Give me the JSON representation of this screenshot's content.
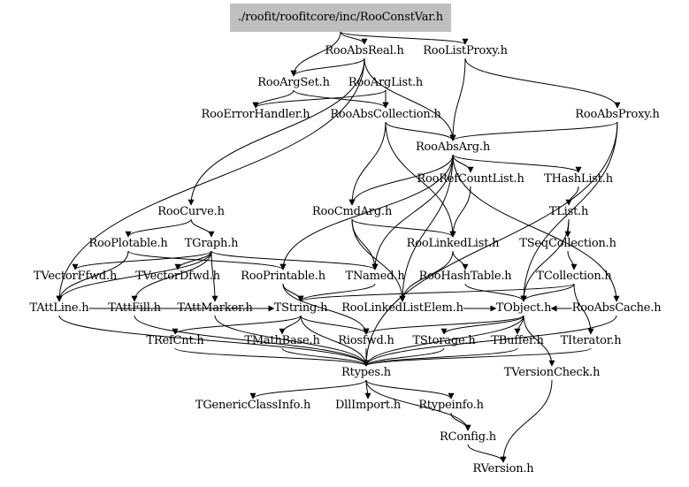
{
  "graph": {
    "type": "include-dependency-graph",
    "root": "./roofit/roofitcore/inc/RooConstVar.h",
    "root_fill": "#bfbfbf",
    "edge_color": "#000000",
    "nodes": [
      {
        "id": "RooConstVar",
        "label": "./roofit/roofitcore/inc/RooConstVar.h",
        "root": true
      },
      {
        "id": "RooAbsReal",
        "label": "RooAbsReal.h"
      },
      {
        "id": "RooListProxy",
        "label": "RooListProxy.h"
      },
      {
        "id": "RooArgSet",
        "label": "RooArgSet.h"
      },
      {
        "id": "RooArgList",
        "label": "RooArgList.h"
      },
      {
        "id": "RooErrorHandler",
        "label": "RooErrorHandler.h"
      },
      {
        "id": "RooAbsCollection",
        "label": "RooAbsCollection.h"
      },
      {
        "id": "RooAbsProxy",
        "label": "RooAbsProxy.h"
      },
      {
        "id": "RooAbsArg",
        "label": "RooAbsArg.h"
      },
      {
        "id": "RooRefCountList",
        "label": "RooRefCountList.h"
      },
      {
        "id": "THashList",
        "label": "THashList.h"
      },
      {
        "id": "RooCurve",
        "label": "RooCurve.h"
      },
      {
        "id": "RooCmdArg",
        "label": "RooCmdArg.h"
      },
      {
        "id": "TList",
        "label": "TList.h"
      },
      {
        "id": "RooPlotable",
        "label": "RooPlotable.h"
      },
      {
        "id": "TGraph",
        "label": "TGraph.h"
      },
      {
        "id": "RooLinkedList",
        "label": "RooLinkedList.h"
      },
      {
        "id": "TSeqCollection",
        "label": "TSeqCollection.h"
      },
      {
        "id": "TVectorFfwd",
        "label": "TVectorFfwd.h"
      },
      {
        "id": "TVectorDfwd",
        "label": "TVectorDfwd.h"
      },
      {
        "id": "RooPrintable",
        "label": "RooPrintable.h"
      },
      {
        "id": "TNamed",
        "label": "TNamed.h"
      },
      {
        "id": "RooHashTable",
        "label": "RooHashTable.h"
      },
      {
        "id": "TCollection",
        "label": "TCollection.h"
      },
      {
        "id": "TAttLine",
        "label": "TAttLine.h"
      },
      {
        "id": "TAttFill",
        "label": "TAttFill.h"
      },
      {
        "id": "TAttMarker",
        "label": "TAttMarker.h"
      },
      {
        "id": "TString",
        "label": "TString.h"
      },
      {
        "id": "RooLinkedListElem",
        "label": "RooLinkedListElem.h"
      },
      {
        "id": "TObject",
        "label": "TObject.h"
      },
      {
        "id": "RooAbsCache",
        "label": "RooAbsCache.h"
      },
      {
        "id": "TRefCnt",
        "label": "TRefCnt.h"
      },
      {
        "id": "TMathBase",
        "label": "TMathBase.h"
      },
      {
        "id": "Riosfwd",
        "label": "Riosfwd.h"
      },
      {
        "id": "TStorage",
        "label": "TStorage.h"
      },
      {
        "id": "TBuffer",
        "label": "TBuffer.h"
      },
      {
        "id": "TIterator",
        "label": "TIterator.h"
      },
      {
        "id": "Rtypes",
        "label": "Rtypes.h"
      },
      {
        "id": "TVersionCheck",
        "label": "TVersionCheck.h"
      },
      {
        "id": "TGenericClassInfo",
        "label": "TGenericClassInfo.h"
      },
      {
        "id": "DllImport",
        "label": "DllImport.h"
      },
      {
        "id": "Rtypeinfo",
        "label": "Rtypeinfo.h"
      },
      {
        "id": "RConfig",
        "label": "RConfig.h"
      },
      {
        "id": "RVersion",
        "label": "RVersion.h"
      }
    ],
    "edges": [
      [
        "RooConstVar",
        "RooAbsReal"
      ],
      [
        "RooConstVar",
        "RooListProxy"
      ],
      [
        "RooConstVar",
        "RooArgSet"
      ],
      [
        "RooAbsReal",
        "RooArgSet"
      ],
      [
        "RooAbsReal",
        "RooCurve"
      ],
      [
        "RooAbsReal",
        "RooAbsArg"
      ],
      [
        "RooAbsReal",
        "TAttLine"
      ],
      [
        "RooListProxy",
        "RooAbsProxy"
      ],
      [
        "RooListProxy",
        "RooAbsArg"
      ],
      [
        "RooArgSet",
        "RooErrorHandler"
      ],
      [
        "RooArgSet",
        "RooAbsCollection"
      ],
      [
        "RooArgList",
        "RooAbsCollection"
      ],
      [
        "RooArgList",
        "RooErrorHandler"
      ],
      [
        "RooAbsCollection",
        "RooAbsArg"
      ],
      [
        "RooAbsCollection",
        "RooLinkedList"
      ],
      [
        "RooAbsCollection",
        "RooCmdArg"
      ],
      [
        "RooAbsProxy",
        "RooAbsArg"
      ],
      [
        "RooAbsProxy",
        "TObject"
      ],
      [
        "RooAbsProxy",
        "Rtypes"
      ],
      [
        "RooAbsArg",
        "RooRefCountList"
      ],
      [
        "RooAbsArg",
        "THashList"
      ],
      [
        "RooAbsArg",
        "RooCmdArg"
      ],
      [
        "RooAbsArg",
        "TNamed"
      ],
      [
        "RooAbsArg",
        "RooPrintable"
      ],
      [
        "RooAbsArg",
        "RooAbsCache"
      ],
      [
        "RooAbsArg",
        "RooLinkedListElem"
      ],
      [
        "RooRefCountList",
        "RooLinkedList"
      ],
      [
        "THashList",
        "TList"
      ],
      [
        "TList",
        "TSeqCollection"
      ],
      [
        "TList",
        "TObject"
      ],
      [
        "RooCurve",
        "RooPlotable"
      ],
      [
        "RooCurve",
        "TGraph"
      ],
      [
        "RooCmdArg",
        "TNamed"
      ],
      [
        "RooCmdArg",
        "RooLinkedList"
      ],
      [
        "RooCmdArg",
        "RooLinkedListElem"
      ],
      [
        "RooPlotable",
        "RooPrintable"
      ],
      [
        "RooPlotable",
        "TAttLine"
      ],
      [
        "TGraph",
        "TNamed"
      ],
      [
        "TGraph",
        "TVectorFfwd"
      ],
      [
        "TGraph",
        "TVectorDfwd"
      ],
      [
        "TGraph",
        "TAttLine"
      ],
      [
        "TGraph",
        "TAttFill"
      ],
      [
        "TGraph",
        "TAttMarker"
      ],
      [
        "RooLinkedList",
        "RooHashTable"
      ],
      [
        "RooLinkedList",
        "RooLinkedListElem"
      ],
      [
        "TSeqCollection",
        "TCollection"
      ],
      [
        "TCollection",
        "TObject"
      ],
      [
        "TCollection",
        "TIterator"
      ],
      [
        "TCollection",
        "TString"
      ],
      [
        "RooPrintable",
        "Riosfwd"
      ],
      [
        "RooPrintable",
        "TString"
      ],
      [
        "TNamed",
        "TString"
      ],
      [
        "RooHashTable",
        "TObject"
      ],
      [
        "TAttLine",
        "Rtypes"
      ],
      [
        "TAttFill",
        "Rtypes"
      ],
      [
        "TAttMarker",
        "Rtypes"
      ],
      [
        "TAttLine",
        "TString"
      ],
      [
        "TString",
        "TRefCnt"
      ],
      [
        "TString",
        "TMathBase"
      ],
      [
        "TString",
        "Riosfwd"
      ],
      [
        "TString",
        "Rtypes"
      ],
      [
        "RooLinkedListElem",
        "TObject"
      ],
      [
        "TObject",
        "TStorage"
      ],
      [
        "TObject",
        "TBuffer"
      ],
      [
        "TObject",
        "TVersionCheck"
      ],
      [
        "TObject",
        "Rtypes"
      ],
      [
        "TObject",
        "Riosfwd"
      ],
      [
        "RooAbsCache",
        "TObject"
      ],
      [
        "RooAbsCache",
        "Rtypes"
      ],
      [
        "TRefCnt",
        "Rtypes"
      ],
      [
        "TMathBase",
        "Rtypes"
      ],
      [
        "Riosfwd",
        "Rtypes"
      ],
      [
        "TStorage",
        "Rtypes"
      ],
      [
        "TBuffer",
        "Rtypes"
      ],
      [
        "TIterator",
        "Rtypes"
      ],
      [
        "TVersionCheck",
        "RVersion"
      ],
      [
        "Rtypes",
        "TGenericClassInfo"
      ],
      [
        "Rtypes",
        "DllImport"
      ],
      [
        "Rtypes",
        "Rtypeinfo"
      ],
      [
        "Rtypes",
        "RConfig"
      ],
      [
        "Rtypeinfo",
        "RConfig"
      ],
      [
        "RConfig",
        "RVersion"
      ]
    ]
  }
}
